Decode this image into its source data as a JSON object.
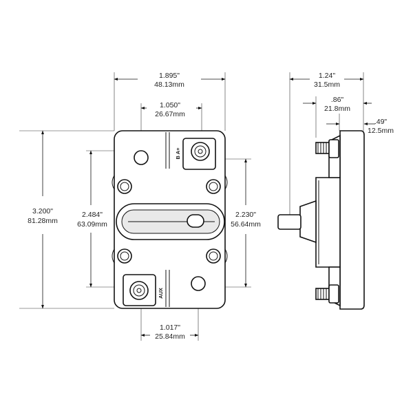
{
  "front_view": {
    "width_in": "1.895\"",
    "width_mm": "48.13mm",
    "hole_spacing_top_in": "1.050\"",
    "hole_spacing_top_mm": "26.67mm",
    "height_in": "3.200\"",
    "height_mm": "81.28mm",
    "mount_height_in": "2.484\"",
    "mount_height_mm": "63.09mm",
    "stud_spacing_in": "2.230\"",
    "stud_spacing_mm": "56.64mm",
    "hole_spacing_bottom_in": "1.017\"",
    "hole_spacing_bottom_mm": "25.84mm",
    "terminal_top_label": "B A+",
    "terminal_bottom_label": "AUX"
  },
  "side_view": {
    "depth_in": "1.24\"",
    "depth_mm": "31.5mm",
    "mid_depth_in": ".86\"",
    "mid_depth_mm": "21.8mm",
    "base_depth_in": ".49\"",
    "base_depth_mm": "12.5mm"
  },
  "colors": {
    "line": "#111111",
    "background": "#ffffff"
  }
}
